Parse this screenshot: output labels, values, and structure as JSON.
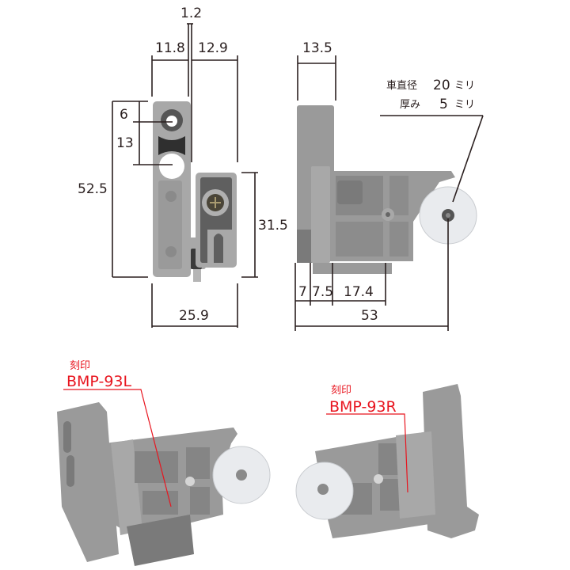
{
  "front_view": {
    "dims": {
      "gap": "1.2",
      "left_width": "11.8",
      "right_width": "12.9",
      "hole_offset": "6",
      "hole_spacing": "13",
      "total_height": "52.5",
      "lower_height": "31.5",
      "total_width": "25.9"
    }
  },
  "side_view": {
    "dims": {
      "top_width": "13.5",
      "seg_a": "7",
      "seg_b": "7.5",
      "seg_c": "17.4",
      "total_length": "53"
    },
    "wheel_spec": {
      "diameter_label": "車直径",
      "diameter_value": "20",
      "diameter_unit": "ミリ",
      "thickness_label": "厚み",
      "thickness_value": "5",
      "thickness_unit": "ミリ"
    }
  },
  "photo_left": {
    "stamp_label": "刻印",
    "model": "BMP-93L"
  },
  "photo_right": {
    "stamp_label": "刻印",
    "model": "BMP-93R"
  },
  "colors": {
    "dimension_line": "#2a1f1f",
    "marking_red": "#e8151f",
    "part_gray": "#9a9a9a",
    "wheel": "#e9ebee"
  }
}
